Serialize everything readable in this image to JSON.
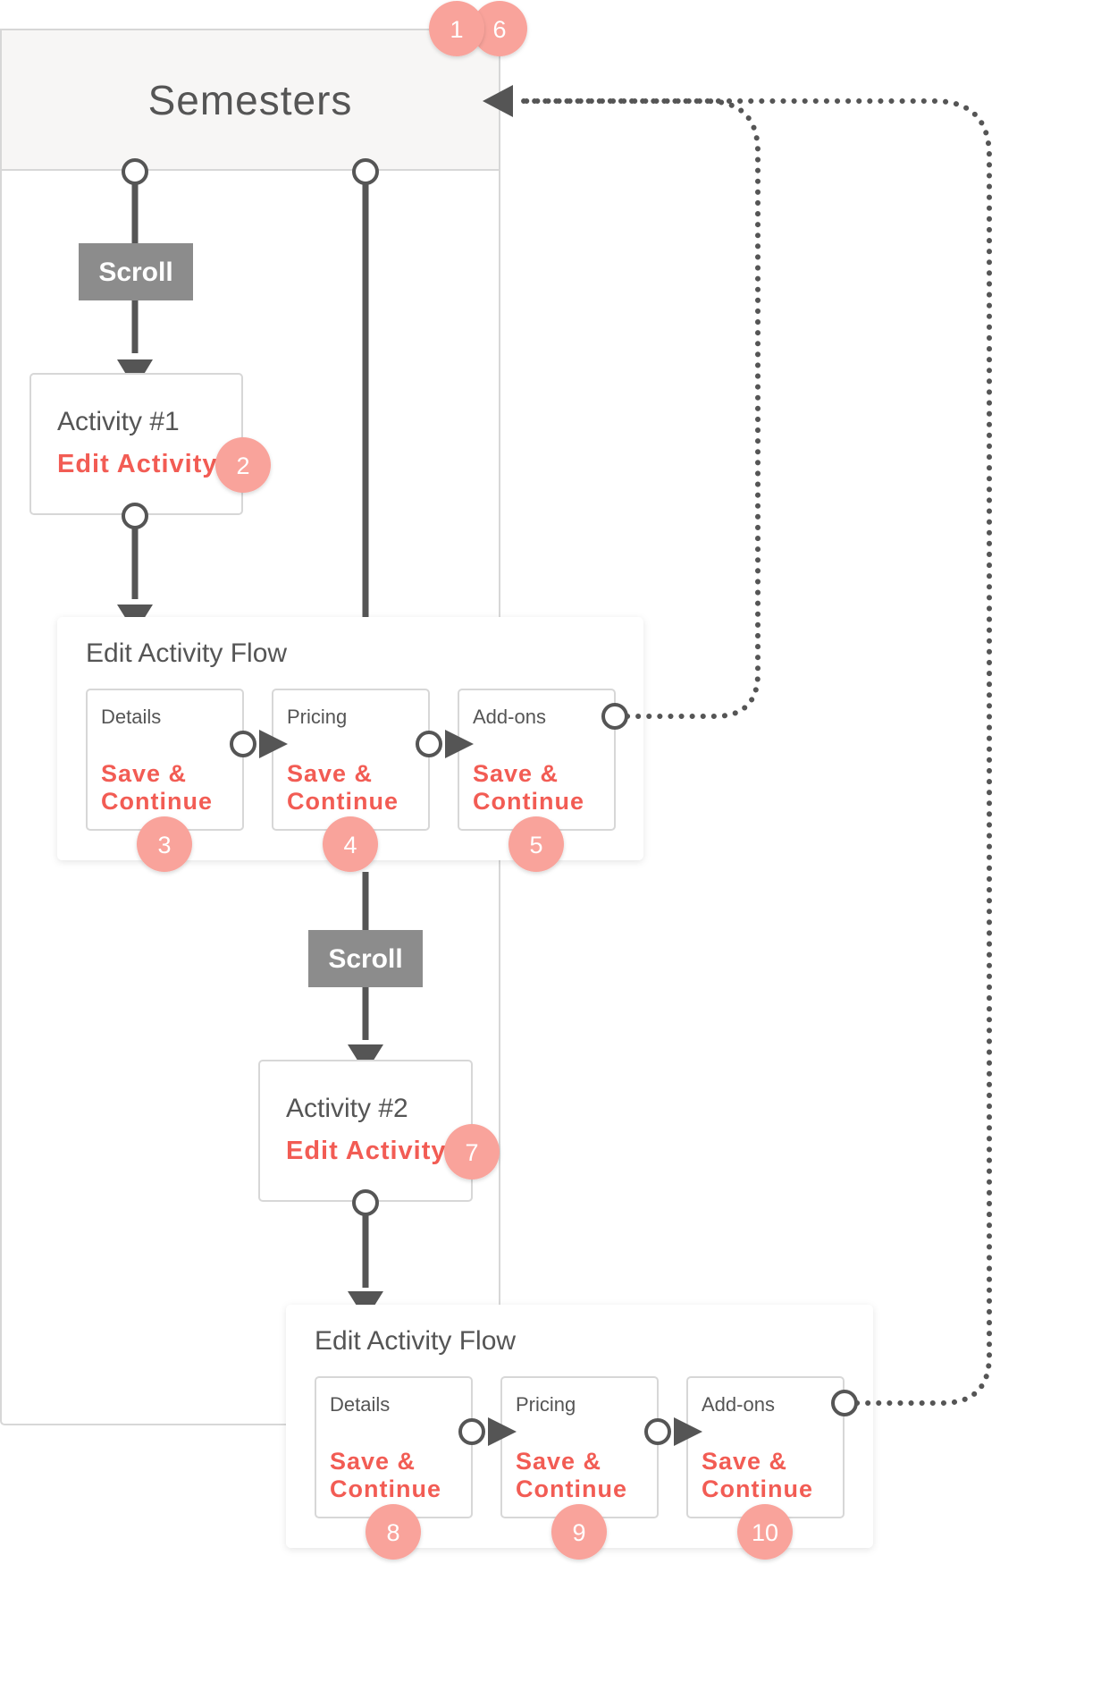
{
  "header": {
    "title": "Semesters"
  },
  "scroll_label": "Scroll",
  "activities": [
    {
      "name": "Activity #1",
      "link": "Edit Activity",
      "step": "2"
    },
    {
      "name": "Activity #2",
      "link": "Edit Activity",
      "step": "7"
    }
  ],
  "flows": [
    {
      "title": "Edit Activity Flow",
      "steps": [
        {
          "label": "Details",
          "action_line1": "Save &",
          "action_line2": "Continue",
          "step": "3"
        },
        {
          "label": "Pricing",
          "action_line1": "Save &",
          "action_line2": "Continue",
          "step": "4"
        },
        {
          "label": "Add-ons",
          "action_line1": "Save &",
          "action_line2": "Continue",
          "step": "5"
        }
      ]
    },
    {
      "title": "Edit Activity Flow",
      "steps": [
        {
          "label": "Details",
          "action_line1": "Save &",
          "action_line2": "Continue",
          "step": "8"
        },
        {
          "label": "Pricing",
          "action_line1": "Save &",
          "action_line2": "Continue",
          "step": "9"
        },
        {
          "label": "Add-ons",
          "action_line1": "Save &",
          "action_line2": "Continue",
          "step": "10"
        }
      ]
    }
  ],
  "header_steps": [
    "1",
    "6"
  ],
  "colors": {
    "accent": "#f25c54",
    "badge": "#f9a39b",
    "connector": "#555555",
    "scroll_box": "#8c8c8c",
    "header_bg": "#f7f6f5"
  }
}
